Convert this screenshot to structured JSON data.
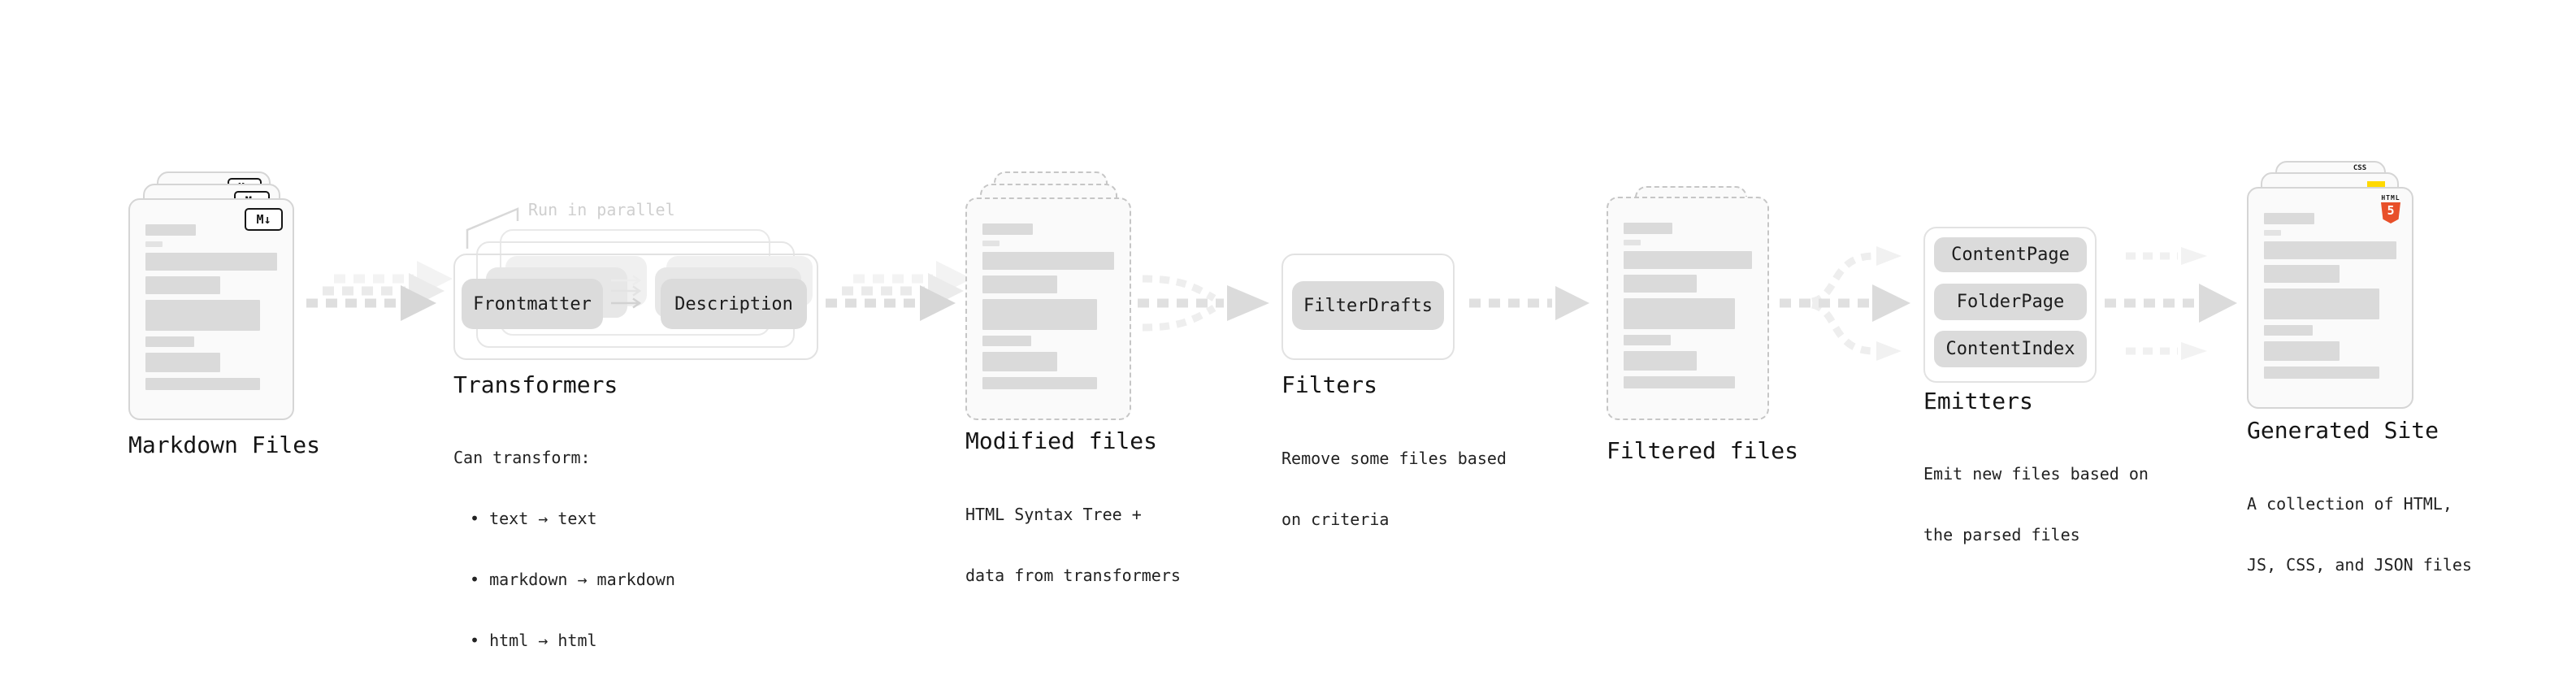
{
  "nodes": {
    "markdown": {
      "label": "Markdown Files",
      "badge": "M↓"
    },
    "transformers": {
      "label": "Transformers",
      "annotation": "Run in parallel",
      "pill_left": "Frontmatter",
      "pill_right": "Description",
      "desc": [
        "Can transform:",
        "• text → text",
        "• markdown → markdown",
        "• html → html"
      ]
    },
    "modified": {
      "label": "Modified files",
      "desc": [
        "HTML Syntax Tree +",
        "data from transformers"
      ]
    },
    "filters": {
      "label": "Filters",
      "pill": "FilterDrafts",
      "desc": [
        "Remove some files based",
        "on criteria"
      ]
    },
    "filtered": {
      "label": "Filtered files"
    },
    "emitters": {
      "label": "Emitters",
      "pills": [
        "ContentPage",
        "FolderPage",
        "ContentIndex"
      ],
      "desc": [
        "Emit new files based on",
        "the parsed files"
      ]
    },
    "generated": {
      "label": "Generated Site",
      "badge_css": "CSS",
      "badge_html_word": "HTML",
      "badge_html_number": "5",
      "desc": [
        "A collection of HTML,",
        "JS, CSS, and JSON files"
      ]
    }
  },
  "colors": {
    "card_fill": "#fafafa",
    "card_border": "#d5d5d5",
    "dashed_border": "#c6c6c6",
    "skeleton_bar": "#dadada",
    "pill_fill": "#dbdbdb",
    "arrow_main": "#e0e0e0",
    "arrow_head": "#d9d9d9",
    "annotation_gray": "#cfcfcf",
    "html5_orange": "#e8502a",
    "js_yellow": "#ffd900",
    "css_blue": "#2e6df6"
  }
}
